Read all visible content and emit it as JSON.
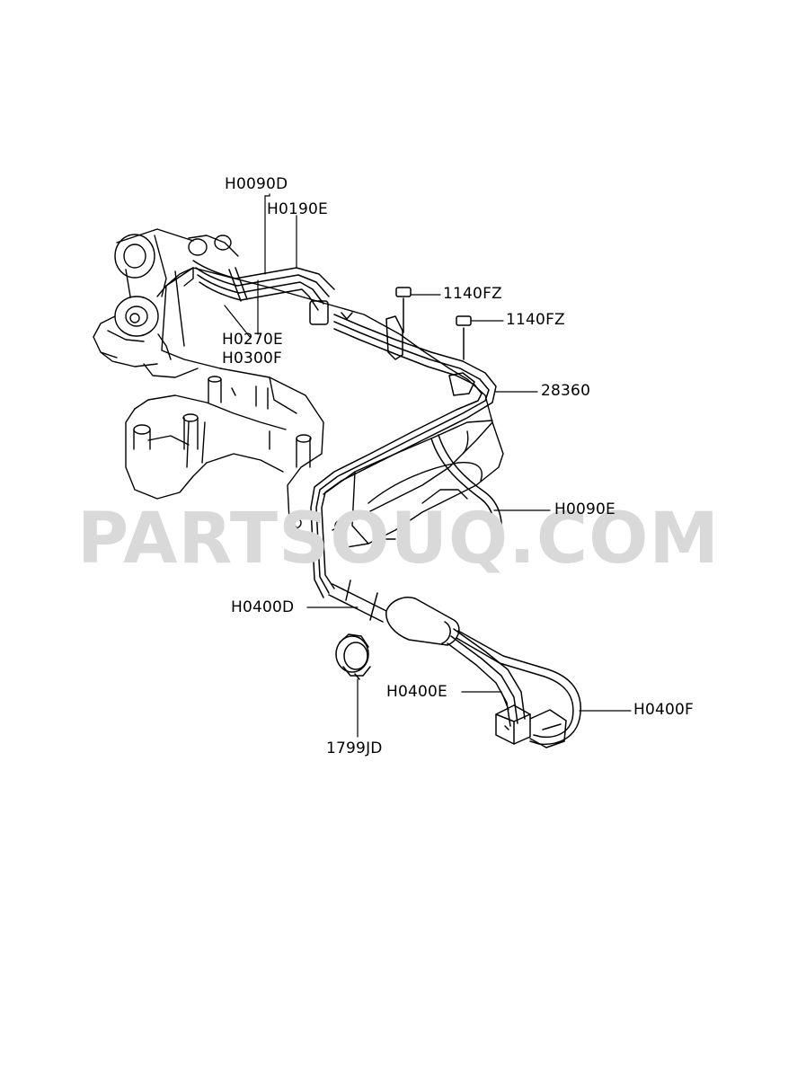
{
  "colors": {
    "background": "#ffffff",
    "line": "#000000",
    "watermark": "#d9d9d9"
  },
  "watermark": {
    "text": "PARTSOUQ.COM"
  },
  "callouts": [
    {
      "id": "h0090d",
      "text": "H0090D"
    },
    {
      "id": "h0190e",
      "text": "H0190E"
    },
    {
      "id": "1140fz-a",
      "text": "1140FZ"
    },
    {
      "id": "1140fz-b",
      "text": "1140FZ"
    },
    {
      "id": "h0270e",
      "text": "H0270E"
    },
    {
      "id": "h0300f",
      "text": "H0300F"
    },
    {
      "id": "28360",
      "text": "28360"
    },
    {
      "id": "h0090e",
      "text": "H0090E"
    },
    {
      "id": "h0400d",
      "text": "H0400D"
    },
    {
      "id": "h0400e",
      "text": "H0400E"
    },
    {
      "id": "h0400f",
      "text": "H0400F"
    },
    {
      "id": "1799jd",
      "text": "1799JD"
    }
  ]
}
